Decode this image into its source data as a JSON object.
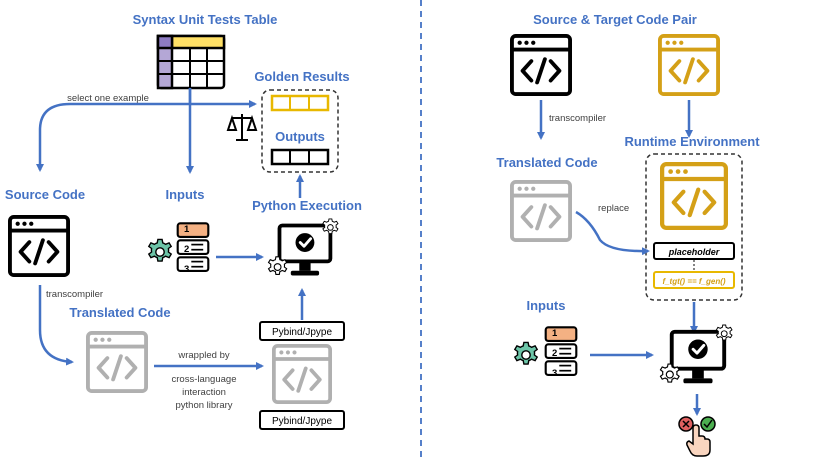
{
  "left": {
    "table_title": "Syntax Unit Tests Table",
    "select_note": "select one example",
    "golden_title": "Golden Results",
    "outputs_title": "Outputs",
    "source_title": "Source Code",
    "inputs_title": "Inputs",
    "python_exec_title": "Python Execution",
    "transcompiler_note": "transcompiler",
    "translated_title": "Translated Code",
    "wrapped_note": "wrappled by",
    "library_note_1": "cross-language",
    "library_note_2": "interaction",
    "library_note_3": "python library",
    "pybind_top": "Pybind/Jpype",
    "pybind_bottom": "Pybind/Jpype",
    "input_items": [
      "1",
      "2",
      "3"
    ]
  },
  "right": {
    "pair_title": "Source & Target Code Pair",
    "transcompiler_note": "transcompiler",
    "runtime_title": "Runtime Environment",
    "translated_title": "Translated Code",
    "replace_note": "replace",
    "placeholder_label": "placeholder",
    "equality_label": "f_tgt() == f_gen()",
    "inputs_title": "Inputs",
    "input_items": [
      "1",
      "2",
      "3"
    ]
  },
  "colors": {
    "accent_blue": "#4472C4",
    "arrow_blue": "#4472C4",
    "gold": "#D4A017",
    "gray": "#B0B0B0",
    "orange_tab": "#F4B183",
    "gear_green": "#6CC5A8",
    "red_x": "#E06060",
    "green_check": "#4CAF50"
  },
  "icons": [
    "table-icon",
    "scale-icon",
    "code-window-icon",
    "gear-icon",
    "monitor-check-icon",
    "cross-icon",
    "check-icon",
    "hand-pointer-icon"
  ]
}
